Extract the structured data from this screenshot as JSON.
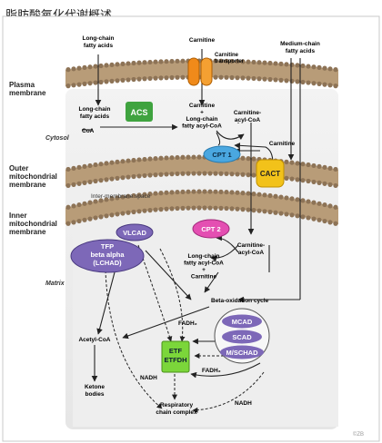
{
  "title": "脂肪酸氧化代谢概述",
  "regions": {
    "plasma_membrane": "Plasma\nmembrane",
    "cytosol": "Cytosol",
    "outer_membrane": "Outer\nmitochondrial\nmembrane",
    "intermembrane": "Inter-membrane space",
    "inner_membrane": "Inner\nmitochondrial\nmembrane",
    "matrix": "Matrix"
  },
  "labels": {
    "lcfa_top": "Long-chain\nfatty acids",
    "carnitine_top": "Carnitine",
    "carnitine_transporter": "Carnitine\ntransporter",
    "mcfa_top": "Medium-chain\nfatty acids",
    "lcfa_cyto": "Long-chain\nfatty acids",
    "coa": "CoA",
    "carnitine_plus_lcacoa": "Carnitine\n+\nLong-chain\nfatty acyl-CoA",
    "carnitine_acylcoa": "Carnitine-\nacyl-CoA",
    "carnitine_right": "Carnitine",
    "carnitine_acylcoa_matrix": "Carnitine-\nacyl-CoA",
    "lcacoa_plus_carnitine": "Long-chain\nfatty acyl-CoA\n+\nCarnitine",
    "beta_ox": "Beta-oxidation cycle",
    "fadh2_a": "FADH₂",
    "fadh2_b": "FADH₂",
    "acetyl_coa": "Acetyl-CoA",
    "nadh_a": "NADH",
    "nadh_b": "NADH",
    "ketone": "Ketone\nbodies",
    "respiratory": "Respiratory\nchain complex",
    "watermark": "©ZB"
  },
  "enzymes": {
    "acs": "ACS",
    "cpt1": "CPT 1",
    "cact": "CACT",
    "cpt2": "CPT 2",
    "vlcad": "VLCAD",
    "tfp": "TFP\nbeta    alpha\n(LCHAD)",
    "mcad": "MCAD",
    "scad": "SCAD",
    "mschad": "M/SCHAD",
    "etf": "ETF\nETFDH"
  },
  "colors": {
    "membrane": "#b89c78",
    "membrane_head": "#8d7356",
    "acs": "#3fa33f",
    "cpt1": "#4aa7e0",
    "cact": "#f2c21a",
    "cpt2": "#e44fb2",
    "purple": "#7d68b8",
    "etf": "#7bd63a",
    "transporter": "#f08a1a"
  }
}
